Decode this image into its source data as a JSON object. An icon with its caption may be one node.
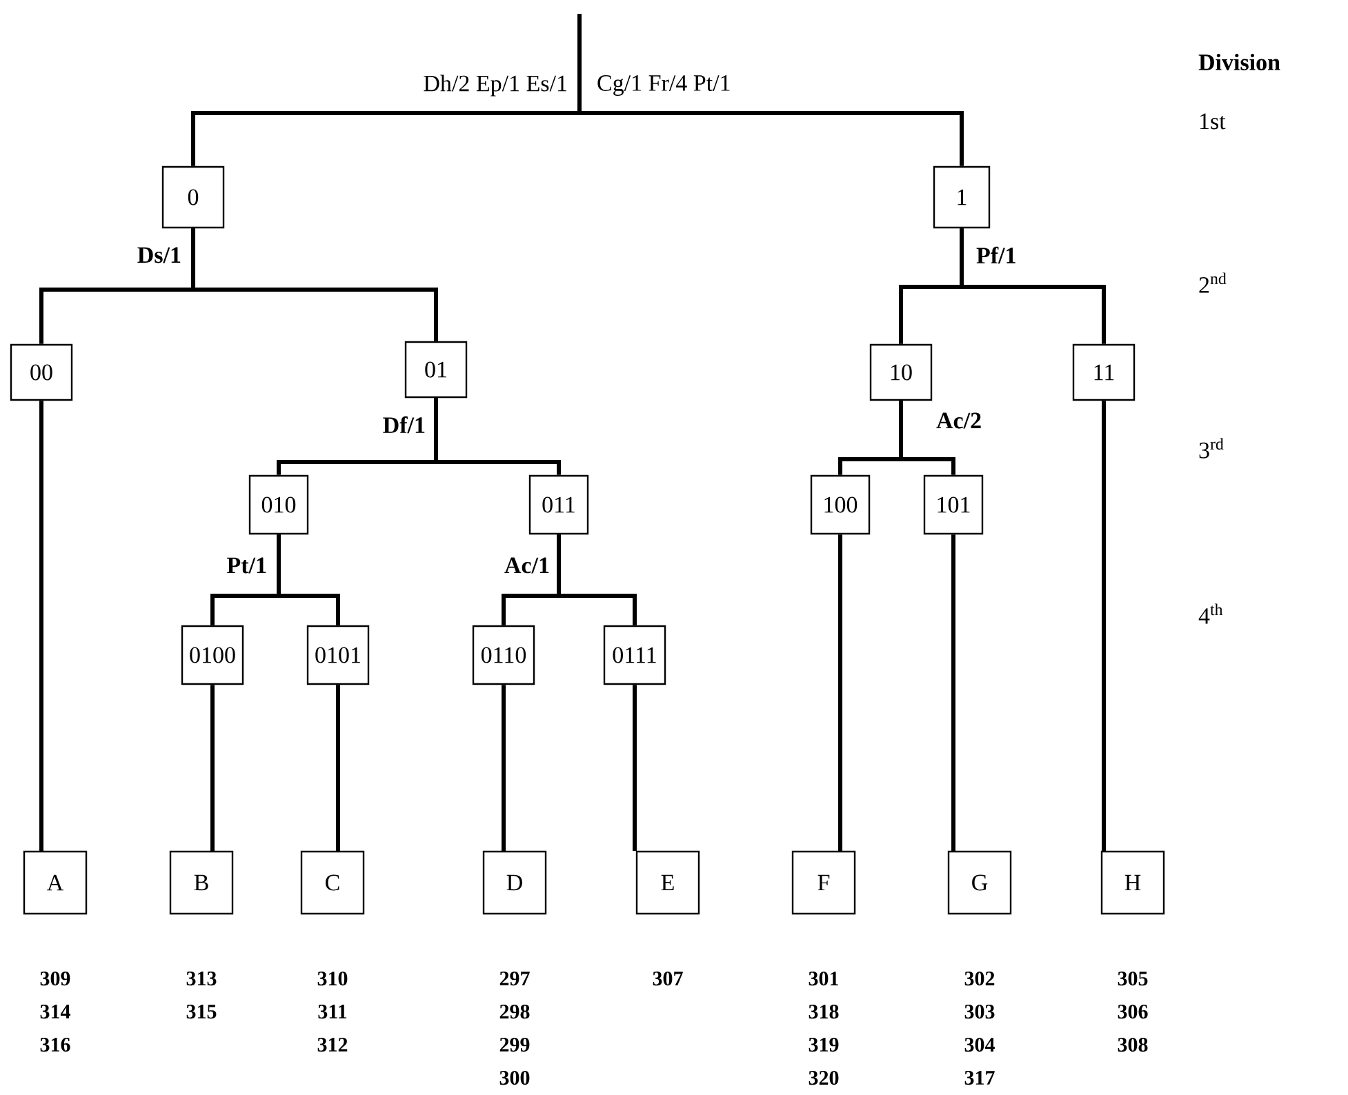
{
  "diagram": {
    "nodes": [
      {
        "text": [
          "0"
        ]
      },
      {
        "text": [
          "1"
        ]
      },
      {
        "text": [
          "00"
        ]
      },
      {
        "text": [
          "01"
        ]
      },
      {
        "text": [
          "10"
        ]
      },
      {
        "text": [
          "11"
        ]
      },
      {
        "text": [
          "010"
        ]
      },
      {
        "text": [
          "011"
        ]
      },
      {
        "text": [
          "100"
        ]
      },
      {
        "text": [
          "101"
        ]
      },
      {
        "text": [
          "0100"
        ]
      },
      {
        "text": [
          "0101"
        ]
      },
      {
        "text": [
          "0110"
        ]
      },
      {
        "text": [
          "0111"
        ]
      },
      {
        "text": [
          "A"
        ],
        "beside": [
          "309",
          "314",
          "316"
        ]
      },
      {
        "text": [
          "B"
        ],
        "beside": [
          "313",
          "315"
        ]
      },
      {
        "text": [
          "C"
        ],
        "beside": [
          "310",
          "311",
          "312"
        ]
      },
      {
        "text": [
          "D"
        ],
        "beside": [
          "297",
          "298",
          "299",
          "300"
        ]
      },
      {
        "text": [
          "E"
        ],
        "beside": [
          "307"
        ]
      },
      {
        "text": [
          "F"
        ],
        "beside": [
          "301",
          "318",
          "319",
          "320"
        ]
      },
      {
        "text": [
          "G"
        ],
        "beside": [
          "302",
          "303",
          "304",
          "317"
        ]
      },
      {
        "text": [
          "H"
        ],
        "beside": [
          "305",
          "306",
          "308"
        ]
      }
    ],
    "edges": [
      {
        "from": null,
        "to": 0,
        "arrow": "none",
        "label": "Dh/2 Ep/1 Es/1"
      },
      {
        "from": null,
        "to": 1,
        "arrow": "none",
        "label": "Cg/1 Fr/4 Pt/1"
      },
      {
        "from": 0,
        "to": 2,
        "arrow": "none"
      },
      {
        "from": 0,
        "to": 3,
        "arrow": "none"
      },
      {
        "from": 1,
        "to": 4,
        "arrow": "none"
      },
      {
        "from": 1,
        "to": 5,
        "arrow": "none"
      },
      {
        "from": 3,
        "to": 6,
        "arrow": "none"
      },
      {
        "from": 3,
        "to": 7,
        "arrow": "none"
      },
      {
        "from": 4,
        "to": 8,
        "arrow": "none"
      },
      {
        "from": 4,
        "to": 9,
        "arrow": "none"
      },
      {
        "from": 6,
        "to": 10,
        "arrow": "none"
      },
      {
        "from": 6,
        "to": 11,
        "arrow": "none"
      },
      {
        "from": 7,
        "to": 12,
        "arrow": "none"
      },
      {
        "from": 7,
        "to": 13,
        "arrow": "none"
      },
      {
        "from": 2,
        "to": 14,
        "arrow": "none"
      },
      {
        "from": 10,
        "to": 15,
        "arrow": "none"
      },
      {
        "from": 11,
        "to": 16,
        "arrow": "none"
      },
      {
        "from": 12,
        "to": 17,
        "arrow": "none"
      },
      {
        "from": 13,
        "to": 18,
        "arrow": "none"
      },
      {
        "from": 8,
        "to": 19,
        "arrow": "none"
      },
      {
        "from": 9,
        "to": 20,
        "arrow": "none"
      },
      {
        "from": 5,
        "to": 21,
        "arrow": "none"
      }
    ],
    "labels": [
      "Division",
      "1st",
      "Ds/1",
      "Pf/1",
      "2$^{nd}$",
      "Df/1",
      "Ac/2",
      "3$^{rd}$",
      "Pt/1",
      "Ac/1",
      "4$^{th}$"
    ]
  }
}
